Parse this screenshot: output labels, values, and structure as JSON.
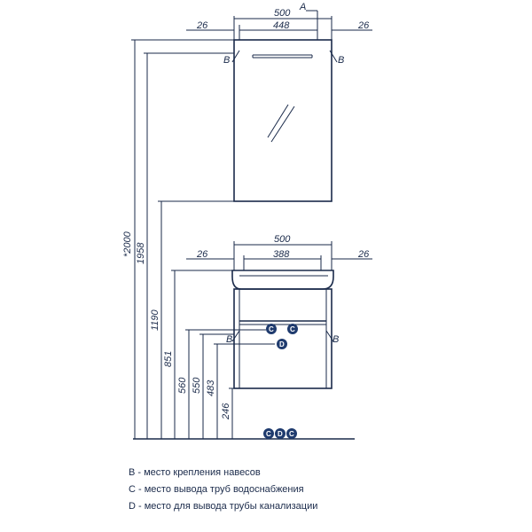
{
  "top_unit": {
    "width_total": "500",
    "width_inner": "448",
    "side_left": "26",
    "side_right": "26",
    "label_a": "A",
    "label_b_left": "B",
    "label_b_right": "B"
  },
  "bottom_unit": {
    "width_total": "500",
    "width_inner": "388",
    "side_left": "26",
    "side_right": "26",
    "label_b_left": "B",
    "label_b_right": "B"
  },
  "heights": {
    "h2000": "*2000",
    "h1958": "1958",
    "h1190": "1190",
    "h851": "851",
    "h560": "560",
    "h550": "550",
    "h483": "483",
    "h246": "246"
  },
  "markers": {
    "c": "C",
    "d": "D"
  },
  "legend": {
    "b": "B - место крепления навесов",
    "c": "C - место вывода труб водоснабжения",
    "d": "D - место для вывода трубы канализации"
  }
}
